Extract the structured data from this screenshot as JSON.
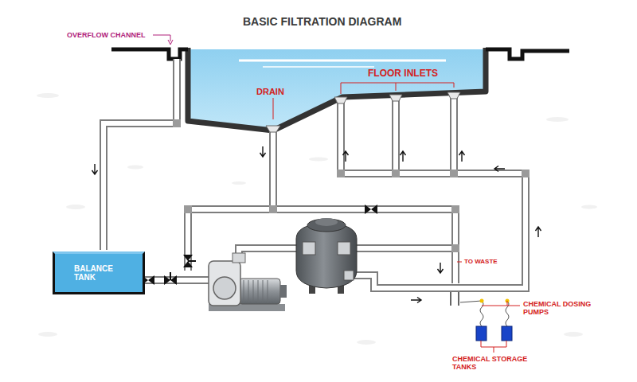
{
  "diagram": {
    "title": "BASIC FILTRATION DIAGRAM",
    "nodes": [
      {
        "text": [
          "BALANCE TANK"
        ]
      }
    ],
    "labels": [
      "OVERFLOW CHANNEL",
      "DRAIN",
      "FLOOR INLETS",
      "TO WASTE",
      "CHEMICAL DOSING PUMPS",
      "CHEMICAL STORAGE TANKS"
    ]
  }
}
